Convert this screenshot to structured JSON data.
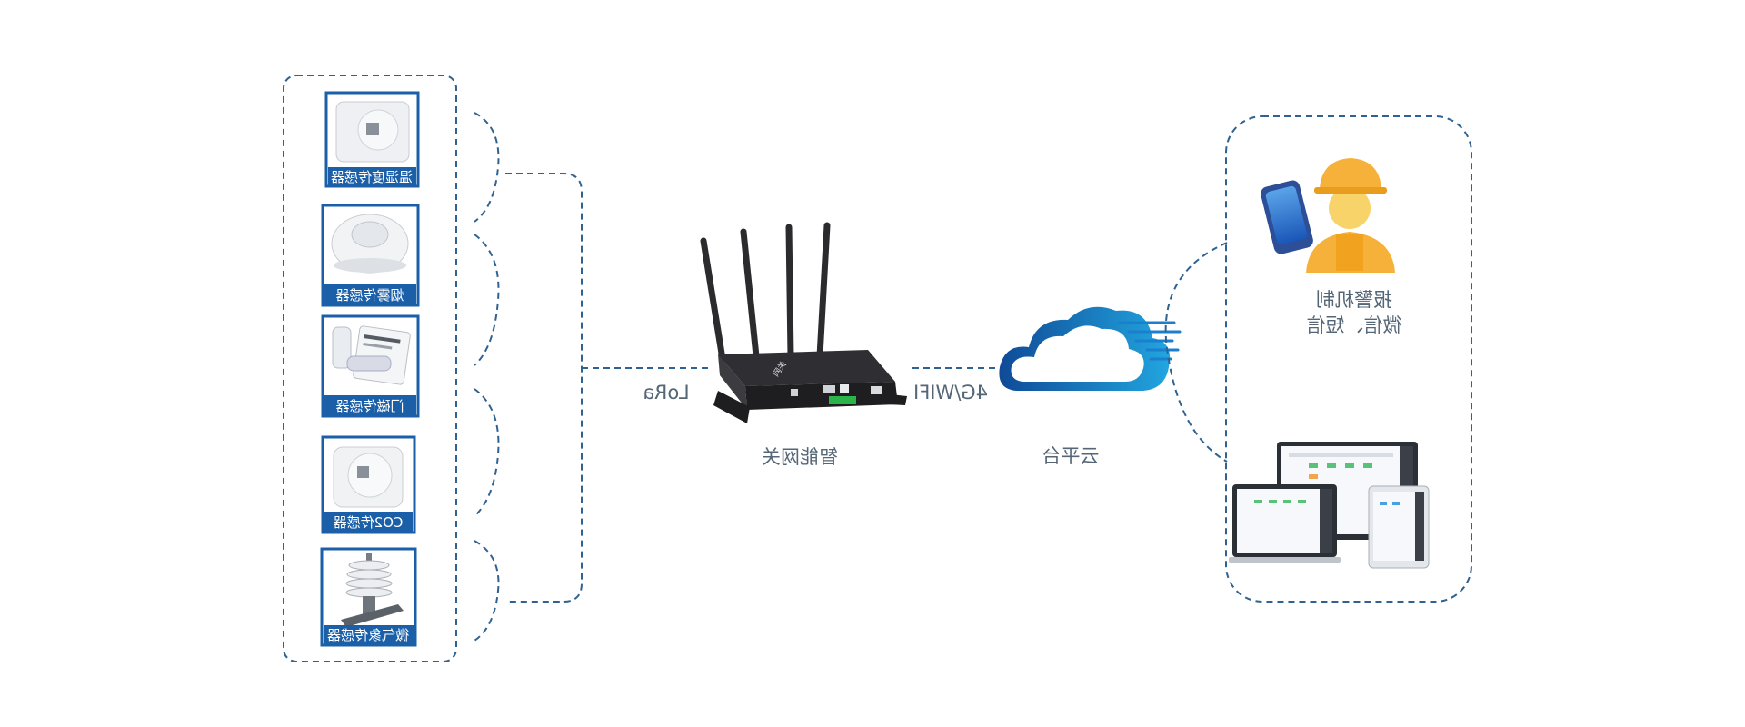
{
  "diagram": {
    "sensors": [
      {
        "id": "temp-humidity",
        "label": "温湿度传感器"
      },
      {
        "id": "smoke",
        "label": "烟雾传感器"
      },
      {
        "id": "door",
        "label": "门磁传感器"
      },
      {
        "id": "co2",
        "label": "CO2传感器"
      },
      {
        "id": "weather",
        "label": "微气象传感器"
      }
    ],
    "gateway": {
      "label": "智能网关"
    },
    "links": {
      "lora": "LoRa",
      "uplink": "4G/WIFI"
    },
    "cloud": {
      "label": "云平台"
    },
    "alarm": {
      "line1": "报警机制",
      "line2": "微信、短信"
    },
    "colors": {
      "accent": "#1a5fa8",
      "dashed": "#2f6290",
      "text": "#556677",
      "helmet": "#f5b13a"
    }
  }
}
